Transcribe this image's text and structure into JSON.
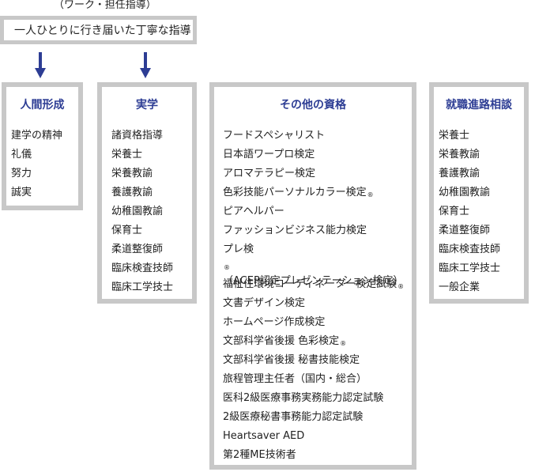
{
  "note": "（ワーク・担任指導）",
  "top": {
    "label": "一人ひとりに行き届いた丁寧な指導"
  },
  "colors": {
    "title": "#2d3d94",
    "border": "#c8c8c8",
    "arrow": "#2d3d94"
  },
  "icons": [
    "arrow-down-icon",
    "arrow-down-icon"
  ],
  "human": {
    "title": "人間形成",
    "items": [
      "建学の精神",
      "礼儀",
      "努力",
      "誠実"
    ]
  },
  "jitsugaku": {
    "title": "実学",
    "items": [
      "諸資格指導",
      "栄養士",
      "栄養教諭",
      "養護教諭",
      "幼稚園教諭",
      "保育士",
      "柔道整復師",
      "臨床検査技師",
      "臨床工学技士"
    ]
  },
  "other": {
    "title": "その他の資格",
    "items": [
      "フードスペシャリスト",
      "日本語ワープロ検定",
      "アロマテラピー検定",
      "色彩技能パーソナルカラー検定",
      "ピアヘルパー",
      "ファッションビジネス能力検定",
      "プレ検",
      "（ACEP認定プレゼンテーション検定）",
      "福祉住環境コーディネーター検定試験",
      "文書デザイン検定",
      "ホームページ作成検定",
      "文部科学省後援 色彩検定",
      "文部科学省後援 秘書技能検定",
      "旅程管理主任者（国内・総合）",
      "医科2級医療事務実務能力認定試験",
      "2級医療秘書事務能力認定試験",
      "Heartsaver AED",
      "第2種ME技術者"
    ],
    "reg_mark": "®"
  },
  "job": {
    "title": "就職進路相談",
    "items": [
      "栄養士",
      "栄養教諭",
      "養護教諭",
      "幼稚園教諭",
      "保育士",
      "柔道整復師",
      "臨床検査技師",
      "臨床工学技士",
      "一般企業"
    ]
  }
}
